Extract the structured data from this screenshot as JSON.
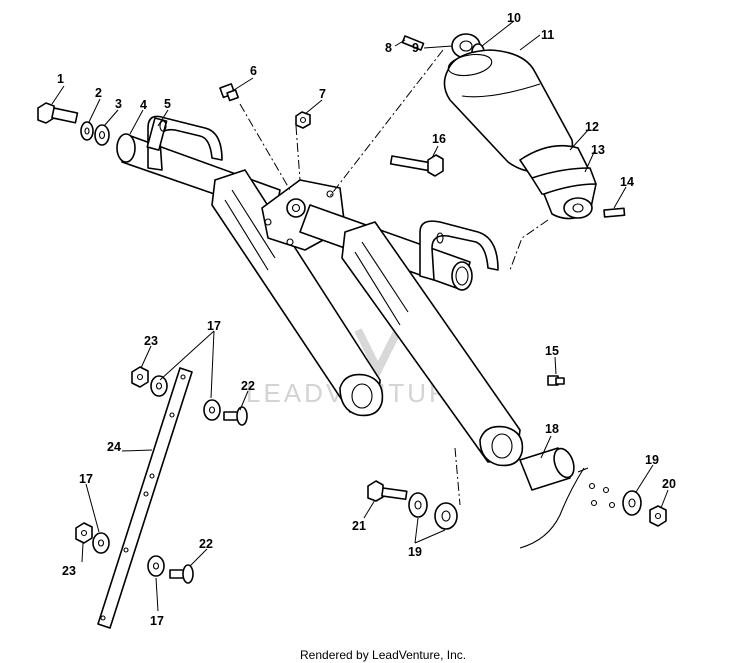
{
  "callouts": {
    "c1": "1",
    "c2": "2",
    "c3": "3",
    "c4": "4",
    "c5": "5",
    "c6": "6",
    "c7": "7",
    "c8": "8",
    "c9": "9",
    "c10": "10",
    "c11": "11",
    "c12": "12",
    "c13": "13",
    "c14": "14",
    "c15": "15",
    "c16": "16",
    "c17a": "17",
    "c17b": "17",
    "c17c": "17",
    "c18": "18",
    "c19a": "19",
    "c19b": "19",
    "c20": "20",
    "c21": "21",
    "c22a": "22",
    "c22b": "22",
    "c23a": "23",
    "c23b": "23",
    "c24": "24"
  },
  "watermark": {
    "text": "LEADVENTURE"
  },
  "footer": {
    "credit": "Rendered by LeadVenture, Inc."
  }
}
